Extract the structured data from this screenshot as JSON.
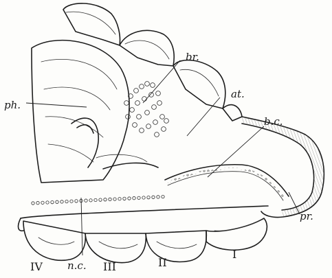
{
  "labels": {
    "ph": "ph.",
    "br": "br.",
    "at": "at.",
    "bc": "b.c.",
    "pr": "pr.",
    "nc": "n.c."
  },
  "numerals": {
    "iv": "IV",
    "iii": "III",
    "ii": "II",
    "i": "I"
  }
}
